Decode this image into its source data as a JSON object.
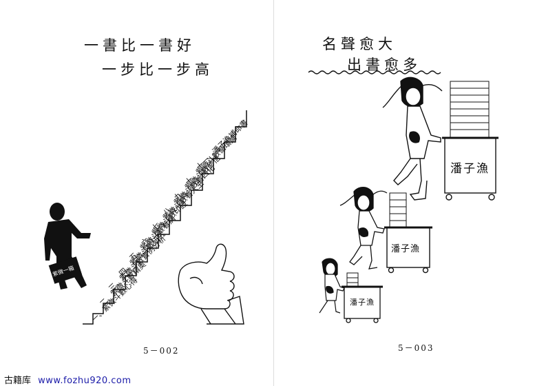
{
  "left_page": {
    "title_line1": "一書比一書好",
    "title_line2": "一步比一步高",
    "steps": [
      "一、紫微斗數心得",
      "二、紫微斗數精奥",
      "三、紫微斗數實例分析",
      "四、紫微斗數研究",
      "五、紫微斗數看病",
      "六、紫微斗數印證",
      "七、紫微斗數看人生",
      "八、紫微斗數看四化",
      "九、紫微斗數參悟",
      "十、紫微斗數循環論",
      "十一、潘子漁補命書"
    ],
    "briefcase_text": "紫微一箱",
    "page_number": "5－002"
  },
  "right_page": {
    "title_line1": "名聲愈大",
    "title_line2": "出書愈多",
    "cart_labels": [
      "潘子漁",
      "潘子漁",
      "潘子漁"
    ],
    "page_number": "5－003"
  },
  "footer": {
    "site_name": "古籍库",
    "url": "www.fozhu920.com"
  }
}
